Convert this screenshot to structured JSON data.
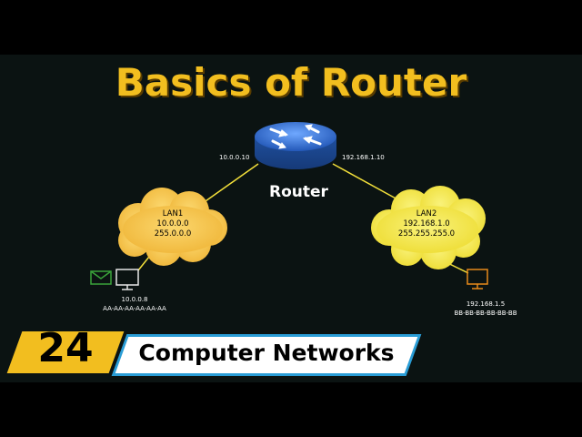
{
  "title": "Basics of Router",
  "router": {
    "label": "Router",
    "left_interface_ip": "10.0.0.10",
    "right_interface_ip": "192.168.1.10"
  },
  "lan1": {
    "name": "LAN1",
    "network": "10.0.0.0",
    "mask": "255.0.0.0"
  },
  "lan2": {
    "name": "LAN2",
    "network": "192.168.1.0",
    "mask": "255.255.255.0"
  },
  "host1": {
    "ip": "10.0.0.8",
    "mac": "AA-AA-AA-AA-AA-AA"
  },
  "host2": {
    "ip": "192.168.1.5",
    "mac": "BB-BB-BB-BB-BB-BB"
  },
  "series": {
    "episode": "24",
    "name": "Computer Networks"
  },
  "colors": {
    "accent_yellow": "#f2be1f",
    "cloud1": "#f5c14a",
    "cloud2": "#f4e94a",
    "link_line": "#f2df3a",
    "router_blue": "#2e6fd0",
    "host1_color": "#3aa33a",
    "host2_color": "#e88a1a",
    "series_border": "#2a9dd6"
  },
  "icons": [
    "router-icon",
    "envelope-icon",
    "monitor-icon"
  ]
}
